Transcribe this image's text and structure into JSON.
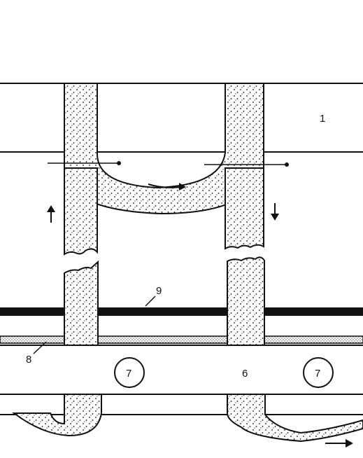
{
  "labels": {
    "layer_top": "1",
    "channel": "6",
    "roller_left": "7",
    "roller_right": "7",
    "base_layer": "8",
    "black_band": "9"
  }
}
